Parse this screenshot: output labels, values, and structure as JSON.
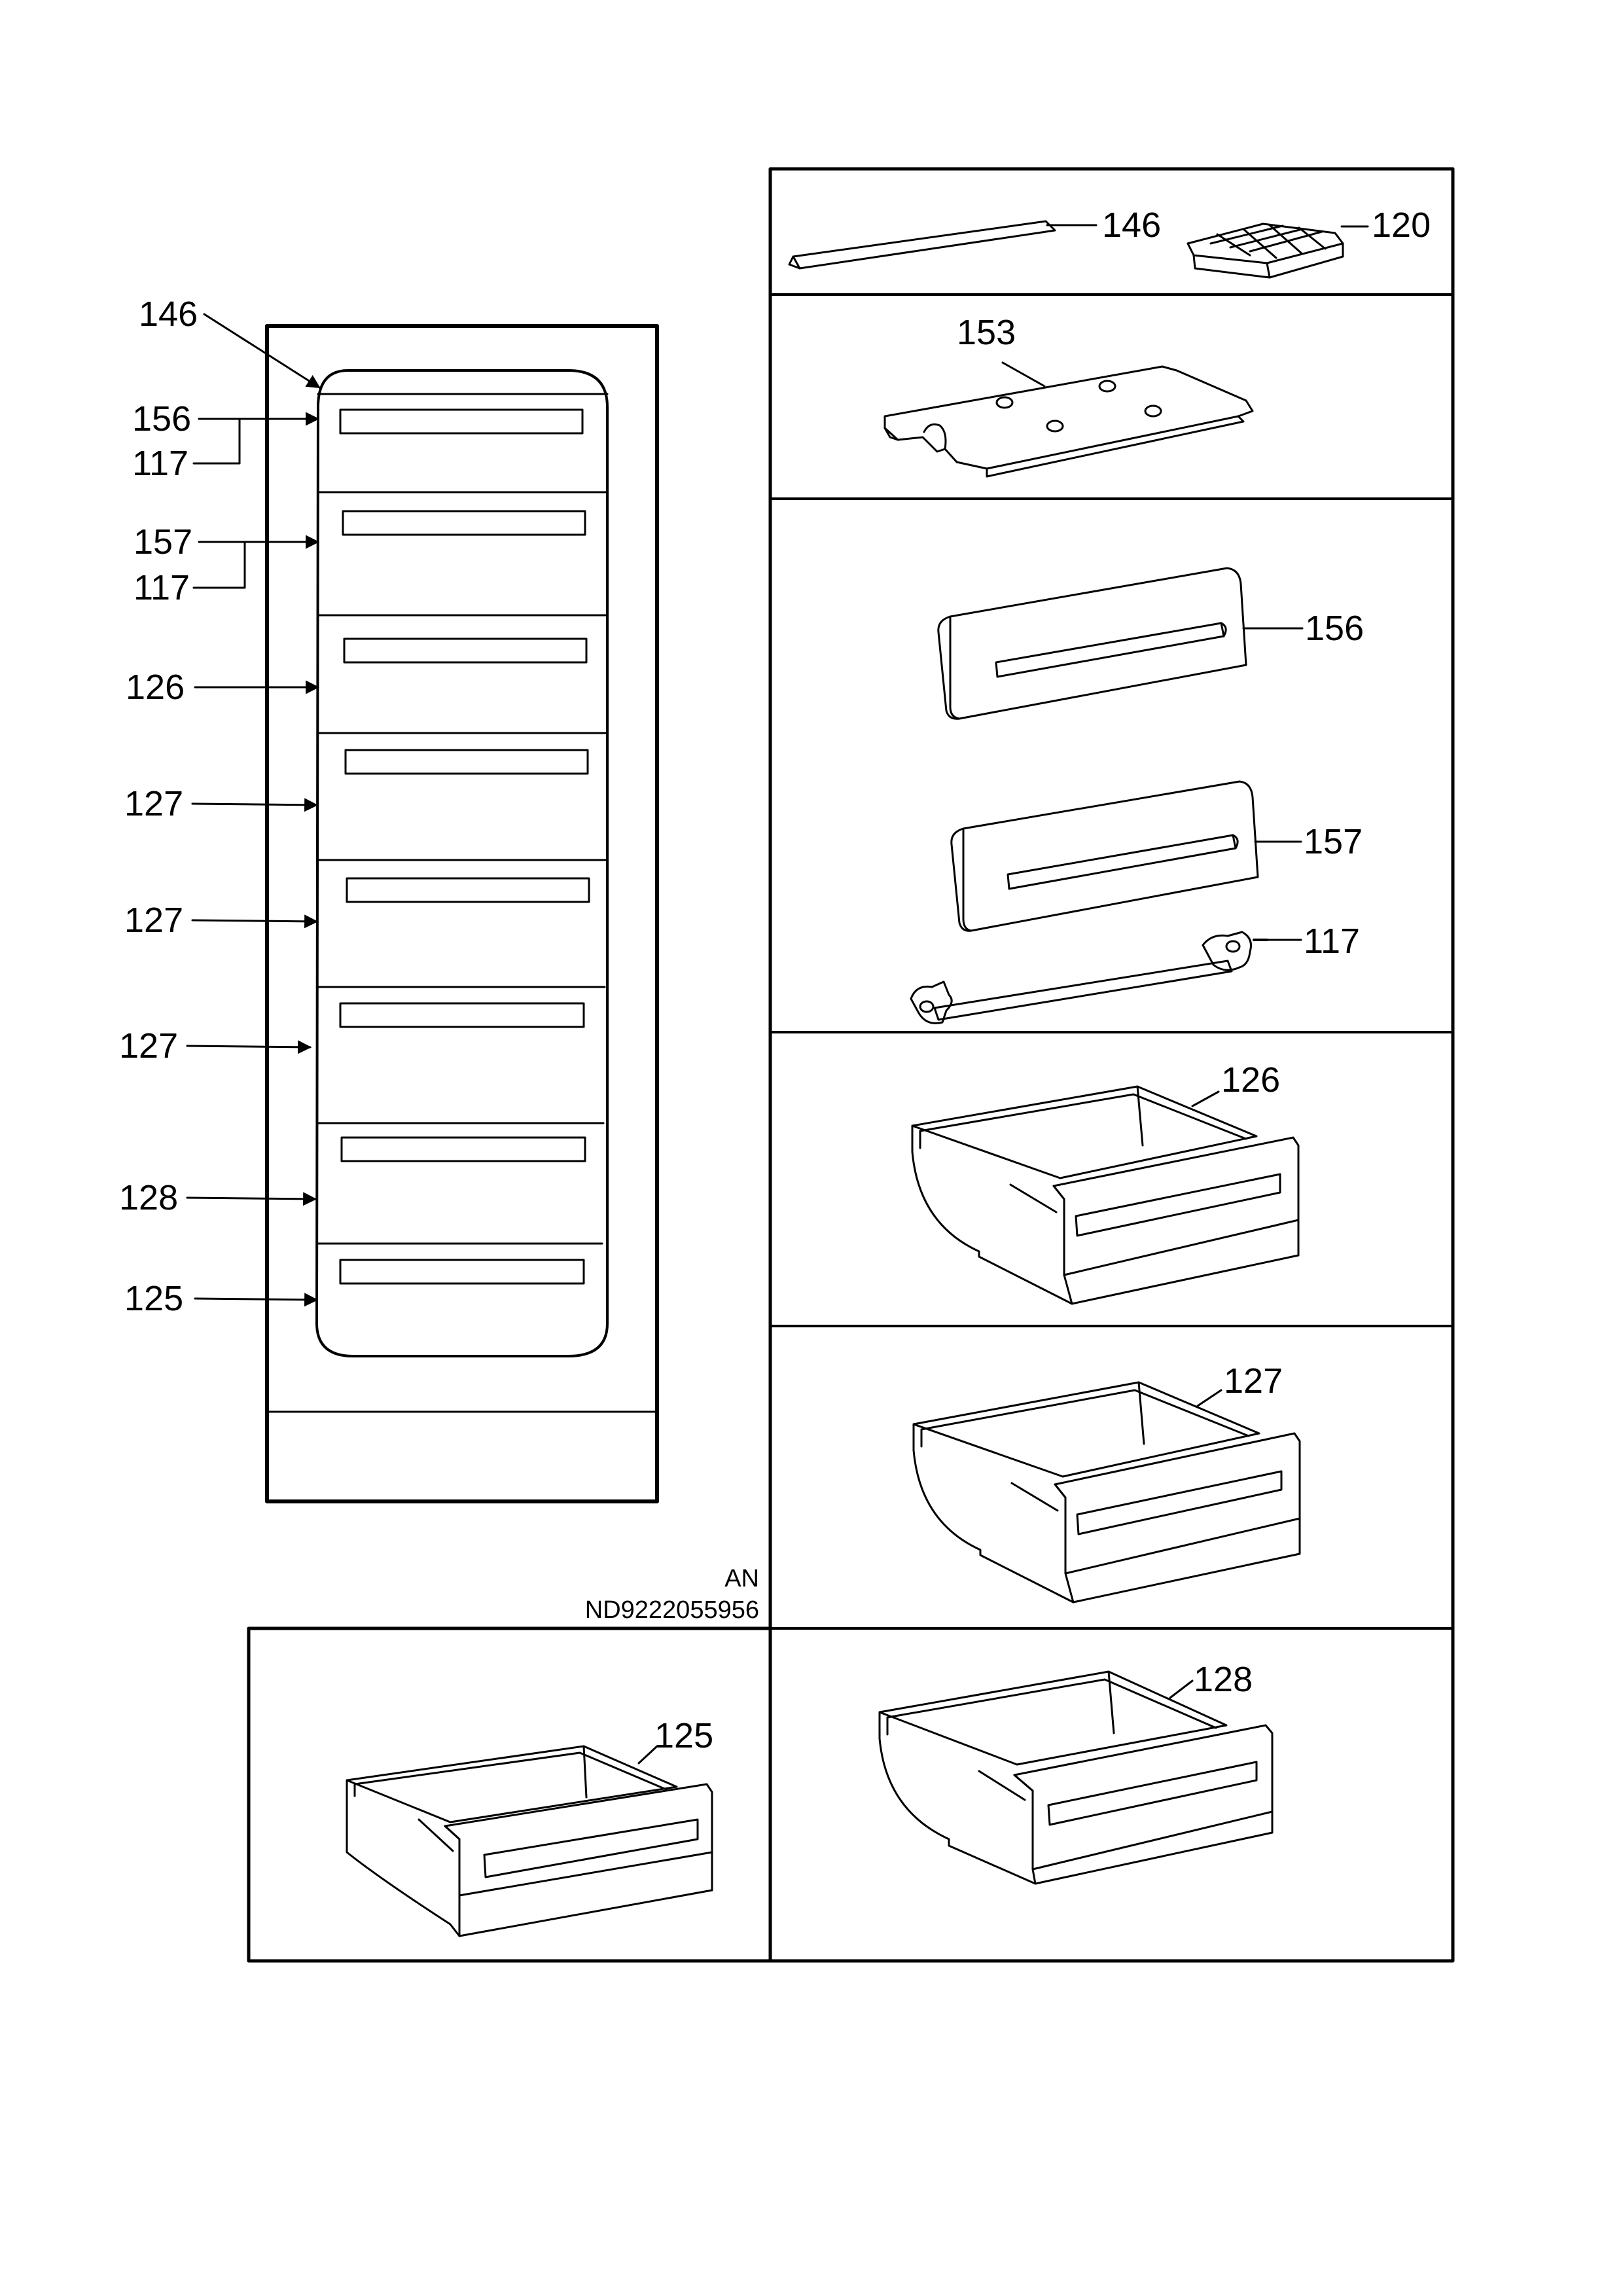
{
  "drawing": {
    "document_code": "ND9222055956",
    "language_code": "AN"
  },
  "cabinet": {
    "callouts": [
      {
        "id": "c146",
        "label": "146"
      },
      {
        "id": "c156",
        "label": "156"
      },
      {
        "id": "c117a",
        "label": "117"
      },
      {
        "id": "c157",
        "label": "157"
      },
      {
        "id": "c117b",
        "label": "117"
      },
      {
        "id": "c126",
        "label": "126"
      },
      {
        "id": "c127a",
        "label": "127"
      },
      {
        "id": "c127b",
        "label": "127"
      },
      {
        "id": "c127c",
        "label": "127"
      },
      {
        "id": "c128",
        "label": "128"
      },
      {
        "id": "c125",
        "label": "125"
      }
    ]
  },
  "parts": {
    "top_row": {
      "rail": "146",
      "ice_tray": "120"
    },
    "shelf_plate": "153",
    "flap_156": "156",
    "flap_157": "157",
    "hinge_bar": "117",
    "drawer_126": "126",
    "drawer_127": "127",
    "drawer_125": "125",
    "drawer_128": "128"
  },
  "colors": {
    "line": "#000000",
    "paper": "#ffffff"
  }
}
